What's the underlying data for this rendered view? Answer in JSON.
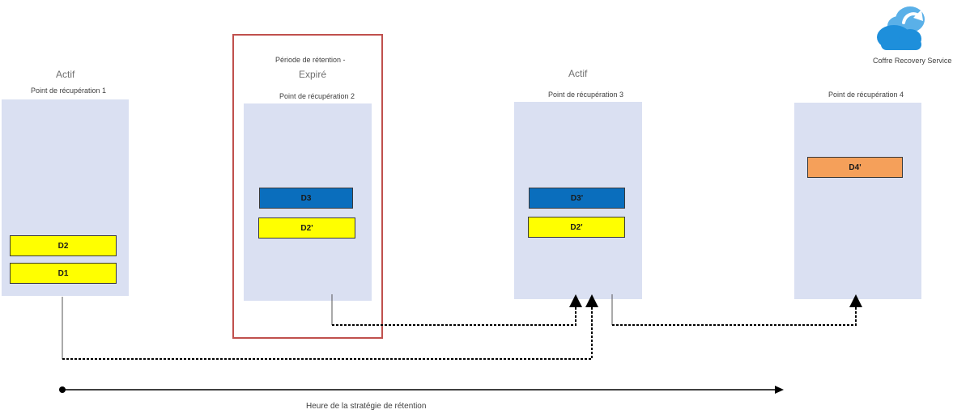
{
  "service": {
    "label": "Coffre Recovery Service",
    "icon": "recovery-services-vault-icon"
  },
  "recovery_points": [
    {
      "name": "Point de récupération 1",
      "status": "Actif",
      "blocks": [
        "D2",
        "D1"
      ]
    },
    {
      "name": "Point de récupération 2",
      "status": "Période de rétention  -",
      "status2": "Expiré",
      "blocks": [
        "D3",
        "D2'"
      ]
    },
    {
      "name": "Point de récupération 3",
      "status": "Actif",
      "blocks": [
        "D3'",
        "D2'"
      ]
    },
    {
      "name": "Point de récupération 4",
      "blocks": [
        "D4'"
      ]
    }
  ],
  "timeline": {
    "label": "Heure de la stratégie de rétention"
  },
  "colors": {
    "panel": "#dae0f2",
    "yellow": "#ffff00",
    "blue": "#0a6ebd",
    "orange": "#f5a05a",
    "expired_border": "#c0504d"
  }
}
